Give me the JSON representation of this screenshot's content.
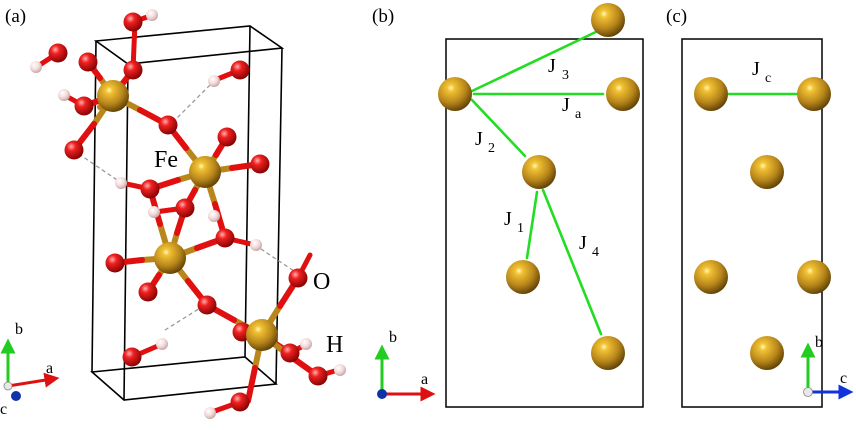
{
  "panels": {
    "a": "(a)",
    "b": "(b)",
    "c": "(c)"
  },
  "elements": {
    "fe": "Fe",
    "o": "O",
    "h": "H"
  },
  "couplings": {
    "j1": {
      "main": "J",
      "sub": "1"
    },
    "j2": {
      "main": "J",
      "sub": "2"
    },
    "j3": {
      "main": "J",
      "sub": "3"
    },
    "j4": {
      "main": "J",
      "sub": "4"
    },
    "ja": {
      "main": "J",
      "sub": "a"
    },
    "jc": {
      "main": "J",
      "sub": "c"
    }
  },
  "axes": {
    "a_panel": {
      "vertical": "b",
      "horizontal": "a",
      "depth": "c"
    },
    "b_panel": {
      "vertical": "b",
      "horizontal": "a"
    },
    "c_panel": {
      "vertical": "b",
      "horizontal": "c"
    }
  },
  "colors": {
    "fe_atom": "#b8861b",
    "o_atom": "#e01010",
    "h_atom": "#f0d4d4",
    "exchange_path": "#22dd22",
    "axis_vertical": "#22cc22",
    "axis_horizontal_a": "#dd1111",
    "axis_horizontal_c": "#1133dd"
  }
}
